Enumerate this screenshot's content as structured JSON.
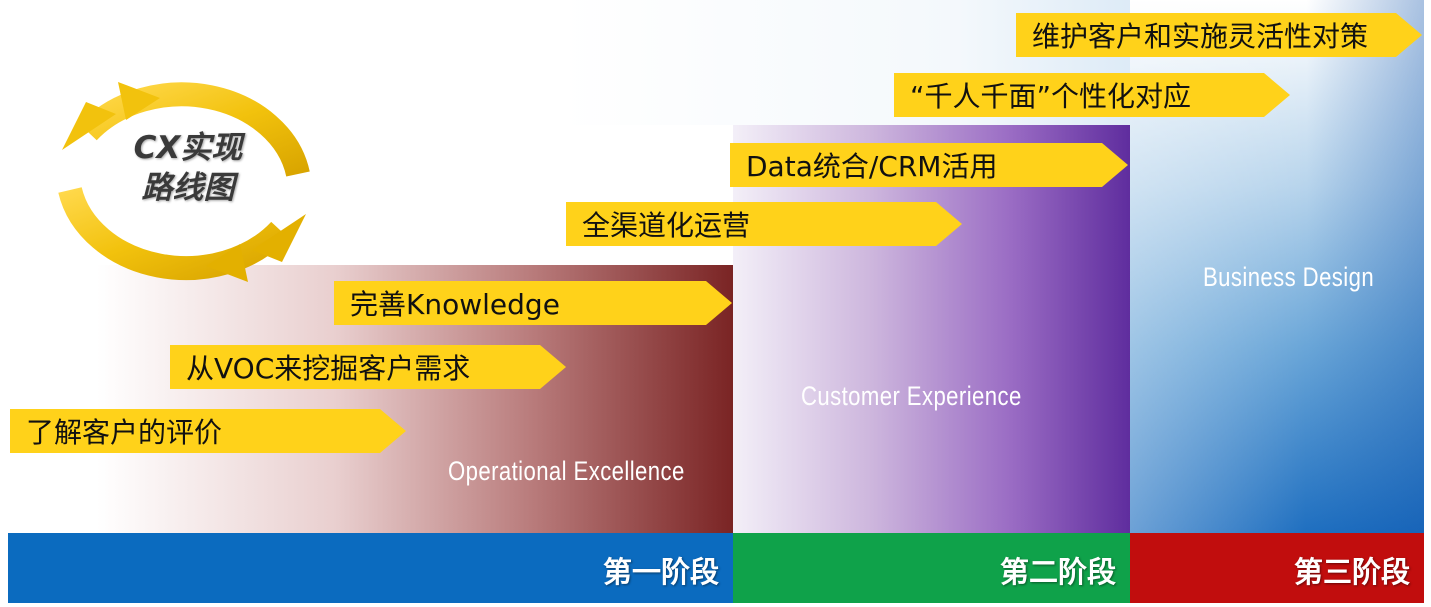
{
  "cycle": {
    "line1": "CX实现",
    "line2": "路线图"
  },
  "stages": [
    {
      "name": "Operational Excellence"
    },
    {
      "name": "Customer Experience"
    },
    {
      "name": "Business Design"
    }
  ],
  "phases": [
    {
      "label": "第一阶段",
      "color": "#0b6bbf"
    },
    {
      "label": "第二阶段",
      "color": "#0fa24a"
    },
    {
      "label": "第三阶段",
      "color": "#c10d0d"
    }
  ],
  "initiatives": [
    "了解客户的评价",
    "从VOC来挖掘客户需求",
    "完善Knowledge",
    "全渠道化运营",
    "Data统合/CRM活用",
    "“千人千面”个性化对应",
    "维护客户和实施灵活性对策"
  ],
  "colors": {
    "arrow": "#ffd21a",
    "cycle_arrow": "#f2c20d"
  }
}
